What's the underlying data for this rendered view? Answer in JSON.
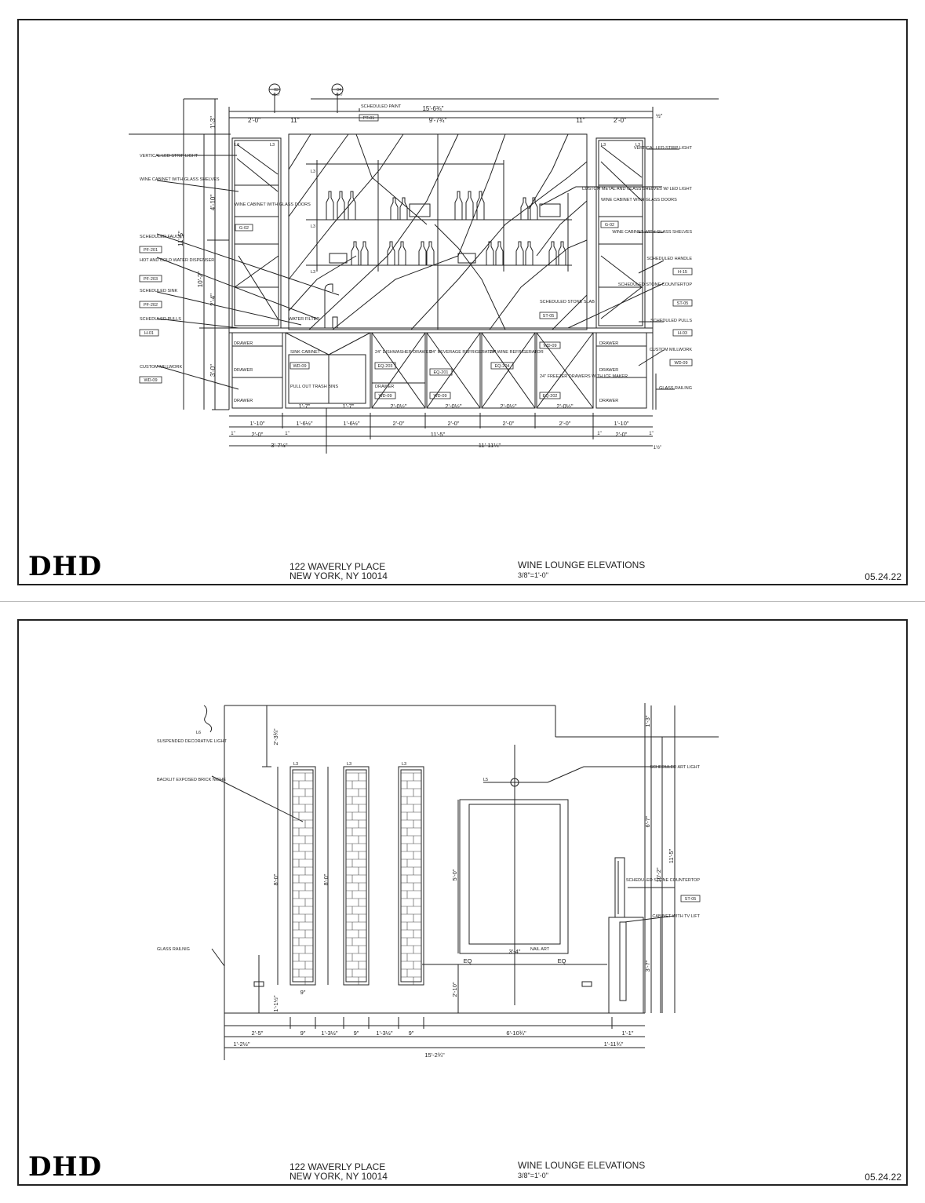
{
  "sheets": [
    {
      "logo": "DHD",
      "address_line1": "122 WAVERLY PLACE",
      "address_line2": "NEW YORK, NY 10014",
      "title": "WINE LOUNGE ELEVATIONS",
      "scale": "3/8\"=1'-0\"",
      "date": "05.24.22",
      "section_markers": [
        {
          "num": "03",
          "sheet": "A007"
        },
        {
          "num": "04",
          "sheet": "A007"
        }
      ],
      "top_dims": {
        "overall": "15'-6¾\"",
        "center": "9'-7¾\"",
        "left": "2'-0\"",
        "left_gap": "11\"",
        "right_gap": "11\"",
        "right": "2'-0\"",
        "edge": "½\""
      },
      "left_dims": {
        "top": "1'-3\"",
        "upper": "4'-10\"",
        "overall": "11'-5\"",
        "middle": "10'-2\"",
        "mid2": "2'-4\"",
        "base": "3'-0\""
      },
      "paint_note": {
        "label": "SCHEDULED PAINT",
        "tag": "PT-01"
      },
      "left_callouts": [
        {
          "text": "VERTICAL LED STRIP LIGHT",
          "tag": ""
        },
        {
          "text": "WINE CABINET WITH GLASS SHELVES",
          "tag": ""
        },
        {
          "text": "SCHEDULED FAUCET",
          "tag": "PF-201"
        },
        {
          "text": "HOT AND COLD WATER DISPENSER",
          "tag": "PF-203"
        },
        {
          "text": "SCHEDULED SINK",
          "tag": "PF-202"
        },
        {
          "text": "SCHEDULED PULLS",
          "tag": "H-01"
        },
        {
          "text": "CUSTOM MILLWORK",
          "tag": "WD-09"
        }
      ],
      "right_callouts": [
        {
          "text": "VERTICAL LED STRIP LIGHT",
          "tag": ""
        },
        {
          "text": "CUSTOM METAL AND GLASS SHELVES W/ LED LIGHT",
          "tag": ""
        },
        {
          "text": "WINE CABINET WITH GLASS SHELVES",
          "tag": ""
        },
        {
          "text": "SCHEDULED HANDLE",
          "tag": "H-15"
        },
        {
          "text": "SCHEDULED STONE COUNTERTOP",
          "tag": "ST-05"
        },
        {
          "text": "SCHEDULED PULLS",
          "tag": "H-03"
        },
        {
          "text": "CUSTOM MILLWORK",
          "tag": "WD-09"
        },
        {
          "text": "GLASS RAILING",
          "tag": ""
        }
      ],
      "cabinet_left": {
        "text": "WINE CABINET WITH GLASS DOORS",
        "tag": "G-02"
      },
      "cabinet_right": {
        "text": "WINE CABINET WITH GLASS DOORS",
        "tag": "G-02"
      },
      "light_tag": "L3",
      "stone_slab": {
        "text": "SCHEDULED STONE SLAB",
        "tag": "ST-05"
      },
      "water_filter": "WATER FILTER",
      "drawer_label": "DRAWER",
      "sink_cabinet": {
        "text": "SINK CABINET",
        "tag": "WD-09",
        "bins": "PULL OUT TRASH BINS"
      },
      "appliances": [
        {
          "text": "24\" DISHWASHER DRAWER",
          "tag": "EQ-203",
          "sub": "DRAWER",
          "subtag": "WD-09"
        },
        {
          "text": "24\" BEVERAGE REFRIGERATOR",
          "tag": "EQ-201",
          "sub": "",
          "subtag": "WD-09"
        },
        {
          "text": "24\" WINE REFRIGERATOR",
          "tag": "EQ-204",
          "sub": "",
          "subtag": ""
        },
        {
          "text": "24\" FREEZER DRAWERS WITH ICE MAKER",
          "tag": "EQ-202",
          "sub": "",
          "subtag": "WD-09"
        }
      ],
      "bottom_dims_row1": [
        "1'-10\"",
        "1'-7\"",
        "1'-7\"",
        "2'-0½\"",
        "2'-0½\"",
        "2'-0½\"",
        "2'-0½\"",
        "1'-10\""
      ],
      "bottom_dims_row2": [
        "1'-6½\"",
        "1'-6½\"",
        "2'-0\"",
        "2'-0\"",
        "2'-0\"",
        "2'-0\""
      ],
      "bottom_dims_row3": {
        "left_small": "1\"",
        "left": "2'-0\"",
        "left_small2": "1\"",
        "center": "11'-5\"",
        "right_small": "1\"",
        "right": "2'-0\"",
        "right_small2": "1\""
      },
      "bottom_dims_row4": {
        "left": "3'-7½\"",
        "right": "11'-11¼\"",
        "edge": "1½\""
      }
    },
    {
      "logo": "DHD",
      "address_line1": "122 WAVERLY PLACE",
      "address_line2": "NEW YORK, NY 10014",
      "title": "WINE LOUNGE ELEVATIONS",
      "scale": "3/8\"=1'-0\"",
      "date": "05.24.22",
      "left_callouts": [
        {
          "text": "SUSPENDED DECORATIVE LIGHT",
          "tag": "L6"
        },
        {
          "text": "BACKLIT EXPOSED BRICK NICHE",
          "tag": ""
        },
        {
          "text": "GLASS RAILNIG",
          "tag": ""
        }
      ],
      "right_callouts": [
        {
          "text": "SCHEDULED ART LIGHT",
          "tag": ""
        },
        {
          "text": "SCHEDULED STONE COUNTERTOP",
          "tag": "ST-05"
        },
        {
          "text": "CABINET WITH TV LIFT",
          "tag": ""
        }
      ],
      "light_tags": {
        "niche": "L3",
        "art": "L5"
      },
      "nail_art": "NAIL ART",
      "dims": {
        "top_left": "2'-3¾\"",
        "niche_height": "8'-0\"",
        "niche_height2": "8'-0\"",
        "outlet_height": "1'-1½\"",
        "niche_width": "9\"",
        "art_height": "5'-0\"",
        "art_width": "3'-4\"",
        "eq": "EQ",
        "art_base": "2'-10\"",
        "right_top": "1'-3\"",
        "right_upper": "6'-7\"",
        "right_overall": "11'-5\"",
        "right_mid": "10'-2\"",
        "right_lower": "3'-7\"",
        "bottom_row1": [
          "2'-5\"",
          "9\"",
          "1'-3½\"",
          "9\"",
          "1'-3½\"",
          "9\"",
          "6'-10¾\"",
          "1'-1\""
        ],
        "bottom_row2": {
          "left": "1'-2½\"",
          "right": "1'-11¾\""
        },
        "overall": "15'-2¾\""
      }
    }
  ]
}
